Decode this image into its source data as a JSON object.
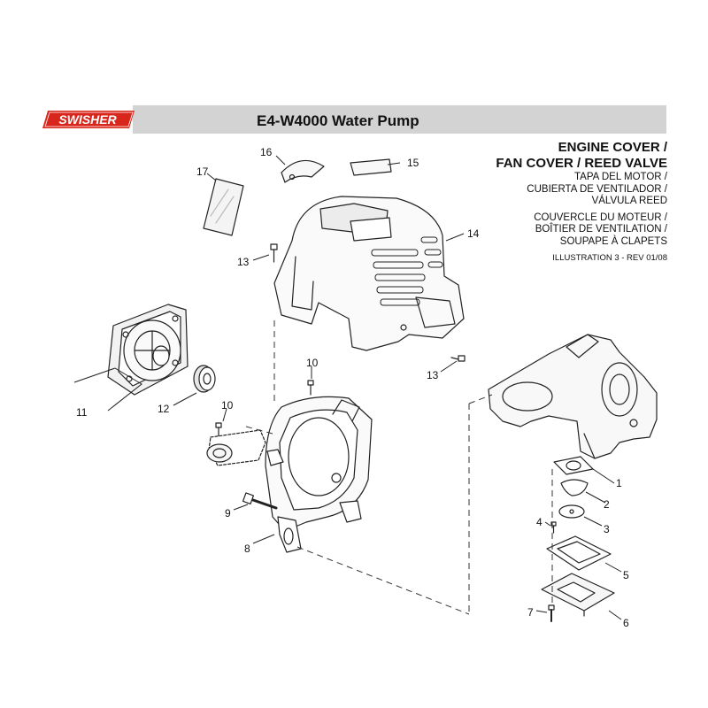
{
  "header": {
    "brand": "SWISHER",
    "title": "E4-W4000 Water Pump",
    "brand_color": "#d9261c",
    "bar_color": "#d3d3d3"
  },
  "section_titles": {
    "english_line1": "ENGINE COVER /",
    "english_line2": "FAN COVER / REED VALVE",
    "spanish_line1": "TAPA DEL MOTOR /",
    "spanish_line2": "CUBIERTA DE VENTILADOR /",
    "spanish_line3": "VÁLVULA REED",
    "french_line1": "COUVERCLE DU MOTEUR /",
    "french_line2": "BOÎTIER DE VENTILATION /",
    "french_line3": "SOUPAPE À CLAPETS",
    "illustration": "ILLUSTRATION 3 - REV 01/08"
  },
  "callouts": {
    "c1": "1",
    "c2": "2",
    "c3": "3",
    "c4": "4",
    "c5": "5",
    "c6": "6",
    "c7": "7",
    "c8": "8",
    "c9": "9",
    "c10a": "10",
    "c10b": "10",
    "c11": "11",
    "c12": "12",
    "c13a": "13",
    "c13b": "13",
    "c14": "14",
    "c15": "15",
    "c16": "16",
    "c17": "17"
  }
}
